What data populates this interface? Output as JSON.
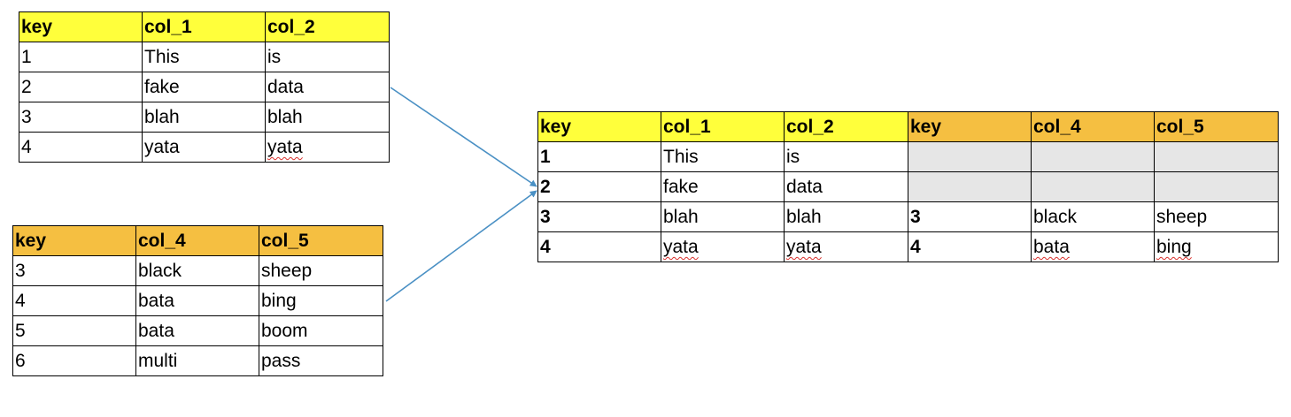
{
  "table_a": {
    "headers": [
      "key",
      "col_1",
      "col_2"
    ],
    "rows": [
      [
        "1",
        "This",
        "is"
      ],
      [
        "2",
        "fake",
        "data"
      ],
      [
        "3",
        "blah",
        "blah"
      ],
      [
        "4",
        "yata",
        "yata"
      ]
    ],
    "header_color": "#ffff3b"
  },
  "table_b": {
    "headers": [
      "key",
      "col_4",
      "col_5"
    ],
    "rows": [
      [
        "3",
        "black",
        "sheep"
      ],
      [
        "4",
        "bata",
        "bing"
      ],
      [
        "5",
        "bata",
        "boom"
      ],
      [
        "6",
        "multi",
        "pass"
      ]
    ],
    "header_color": "#f5bf41"
  },
  "table_result": {
    "headers": [
      "key",
      "col_1",
      "col_2",
      "key",
      "col_4",
      "col_5"
    ],
    "rows": [
      [
        "1",
        "This",
        "is",
        "",
        "",
        ""
      ],
      [
        "2",
        "fake",
        "data",
        "",
        "",
        ""
      ],
      [
        "3",
        "blah",
        "blah",
        "3",
        "black",
        "sheep"
      ],
      [
        "4",
        "yata",
        "yata",
        "4",
        "bata",
        "bing"
      ]
    ],
    "empty_cell_color": "#e6e6e6"
  },
  "arrow_color": "#4a90c4"
}
